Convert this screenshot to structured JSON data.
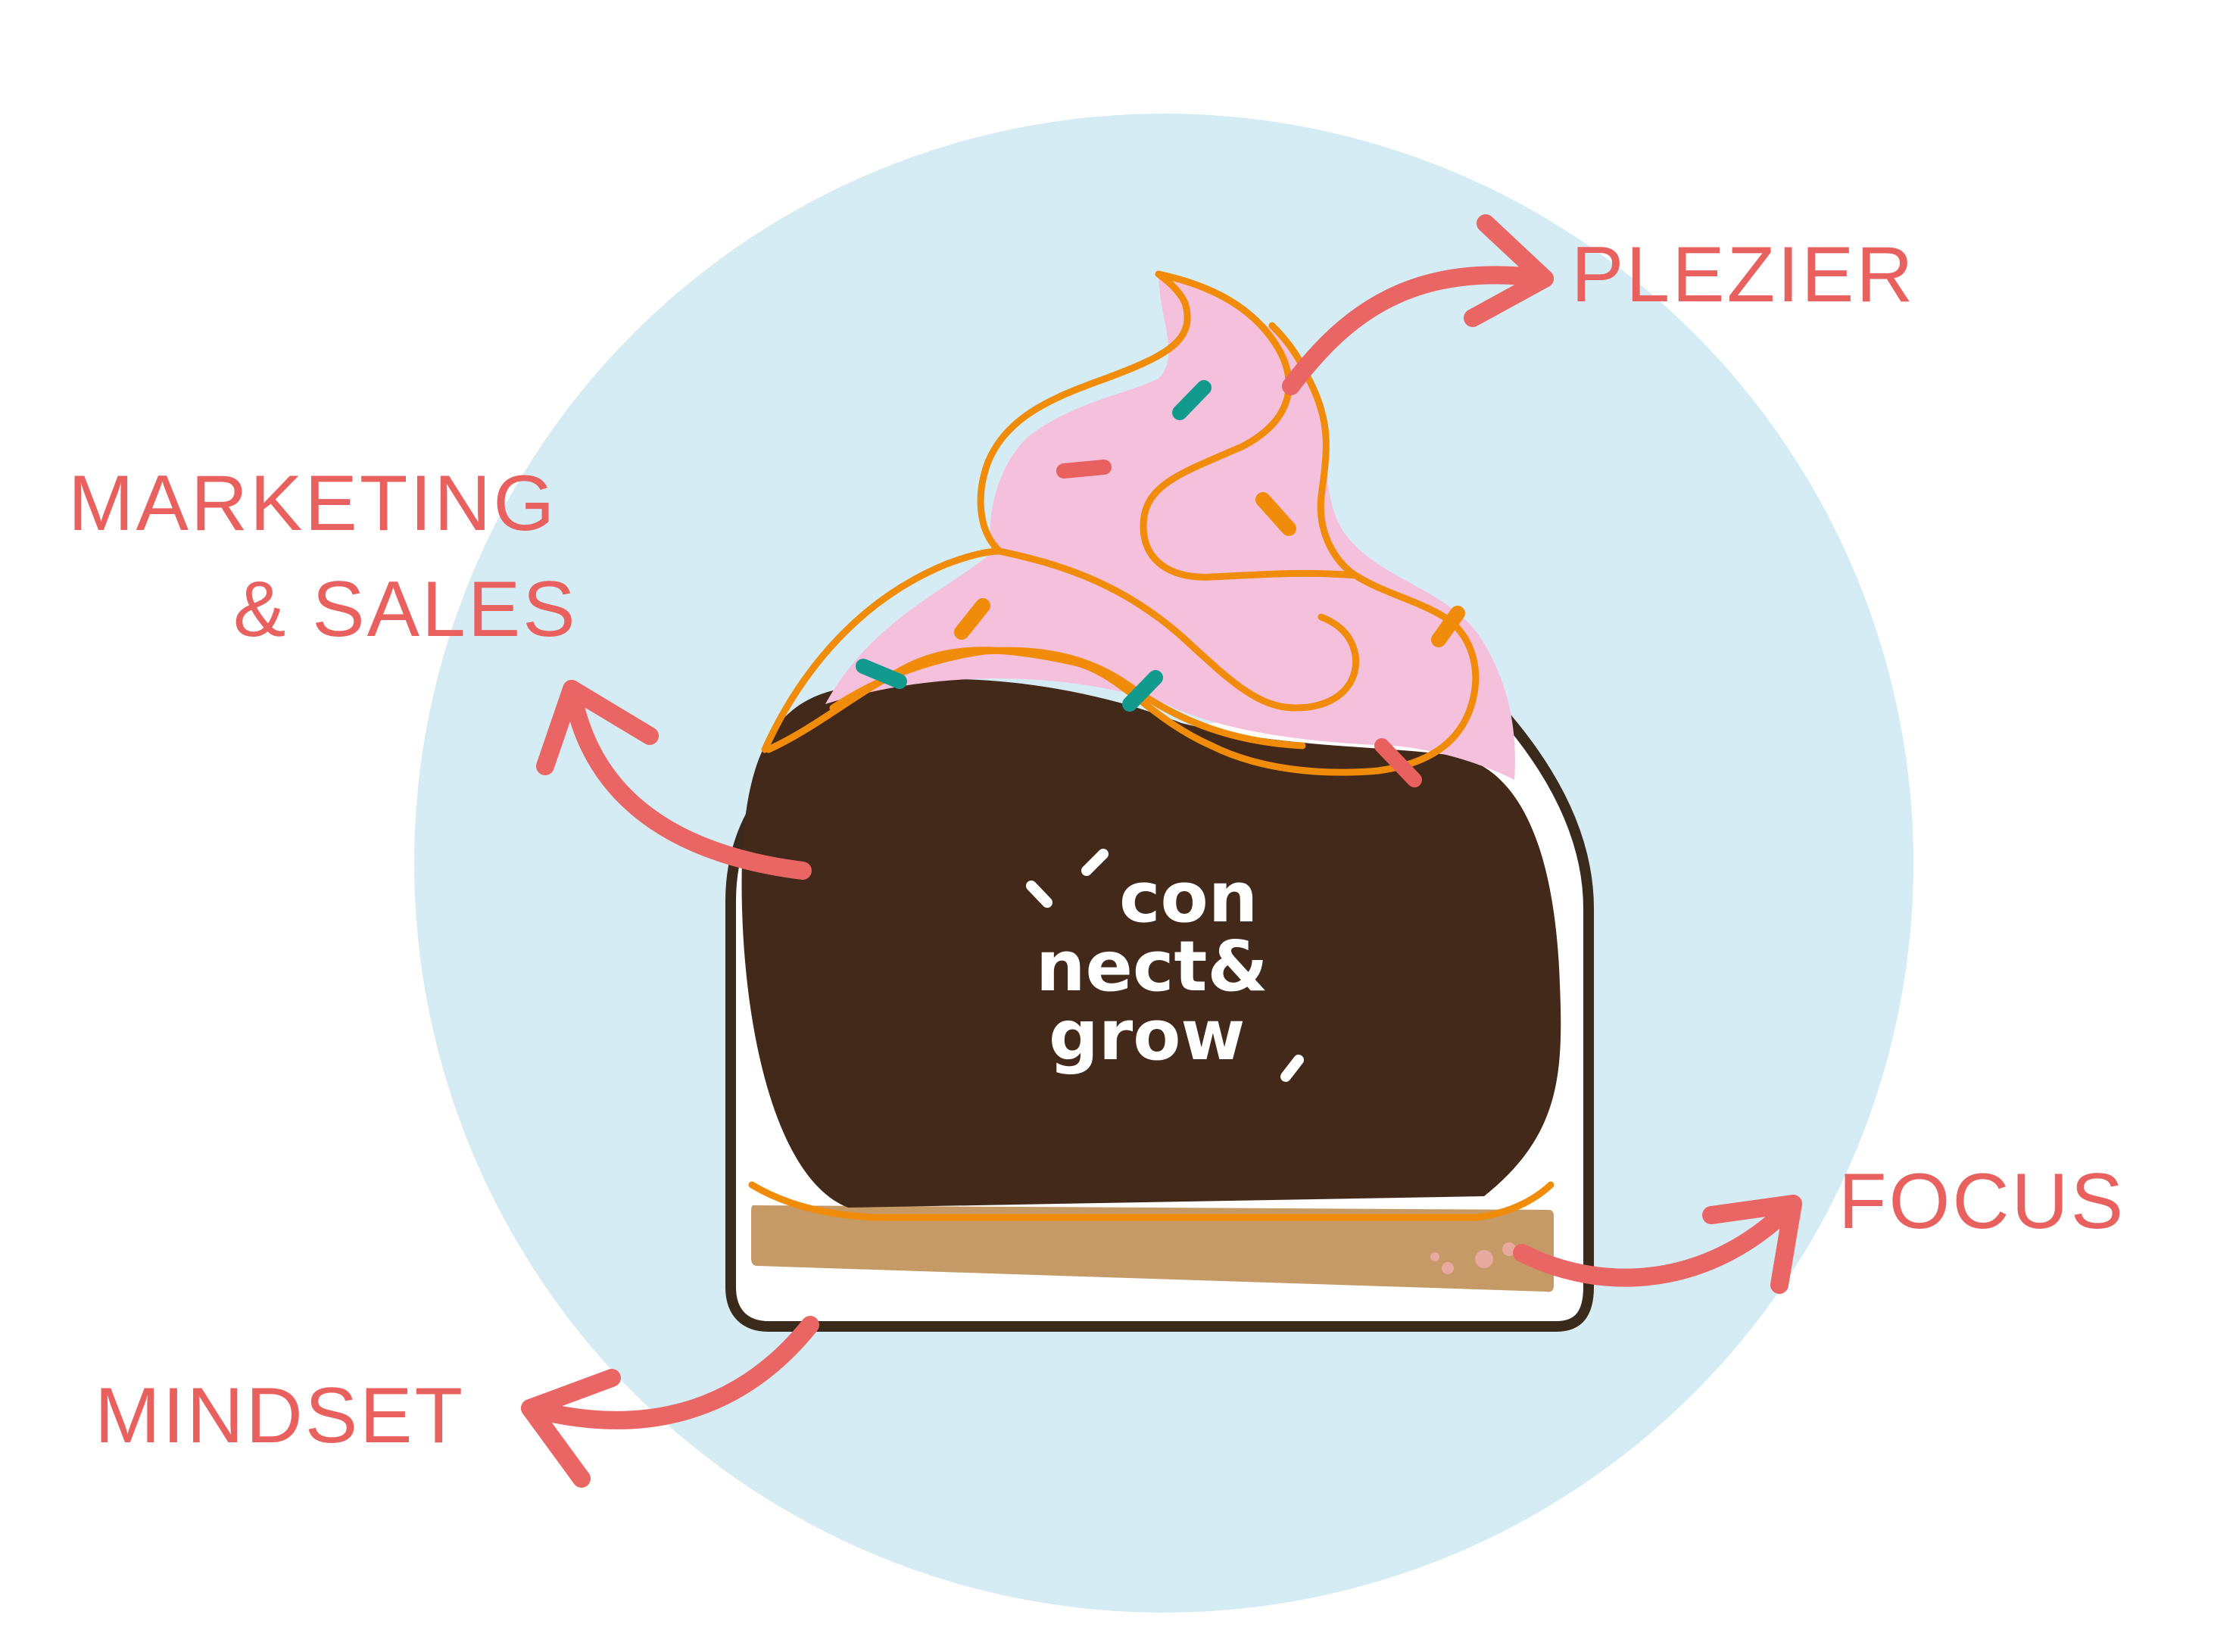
{
  "labels": {
    "plezier": "PLEZIER",
    "marketing_line1": "MARKETING",
    "marketing_line2": "& SALES",
    "focus": "FOCUS",
    "mindset": "MINDSET"
  },
  "logo": {
    "line1": "con",
    "line2": "nect&",
    "line3": "grow"
  },
  "colors": {
    "circle": "#d6ecf4",
    "label": "#e8615f",
    "arrow": "#ea6664",
    "outline": "#3a2a1c",
    "chocolate": "#43291a",
    "cream": "#f5c0dc",
    "cream_outline": "#f08c0a",
    "biscuit": "#c69a67",
    "sprinkle_teal": "#139a8f",
    "sprinkle_red": "#e8615f",
    "sprinkle_orange": "#f08c0a",
    "logo": "#ffffff"
  }
}
